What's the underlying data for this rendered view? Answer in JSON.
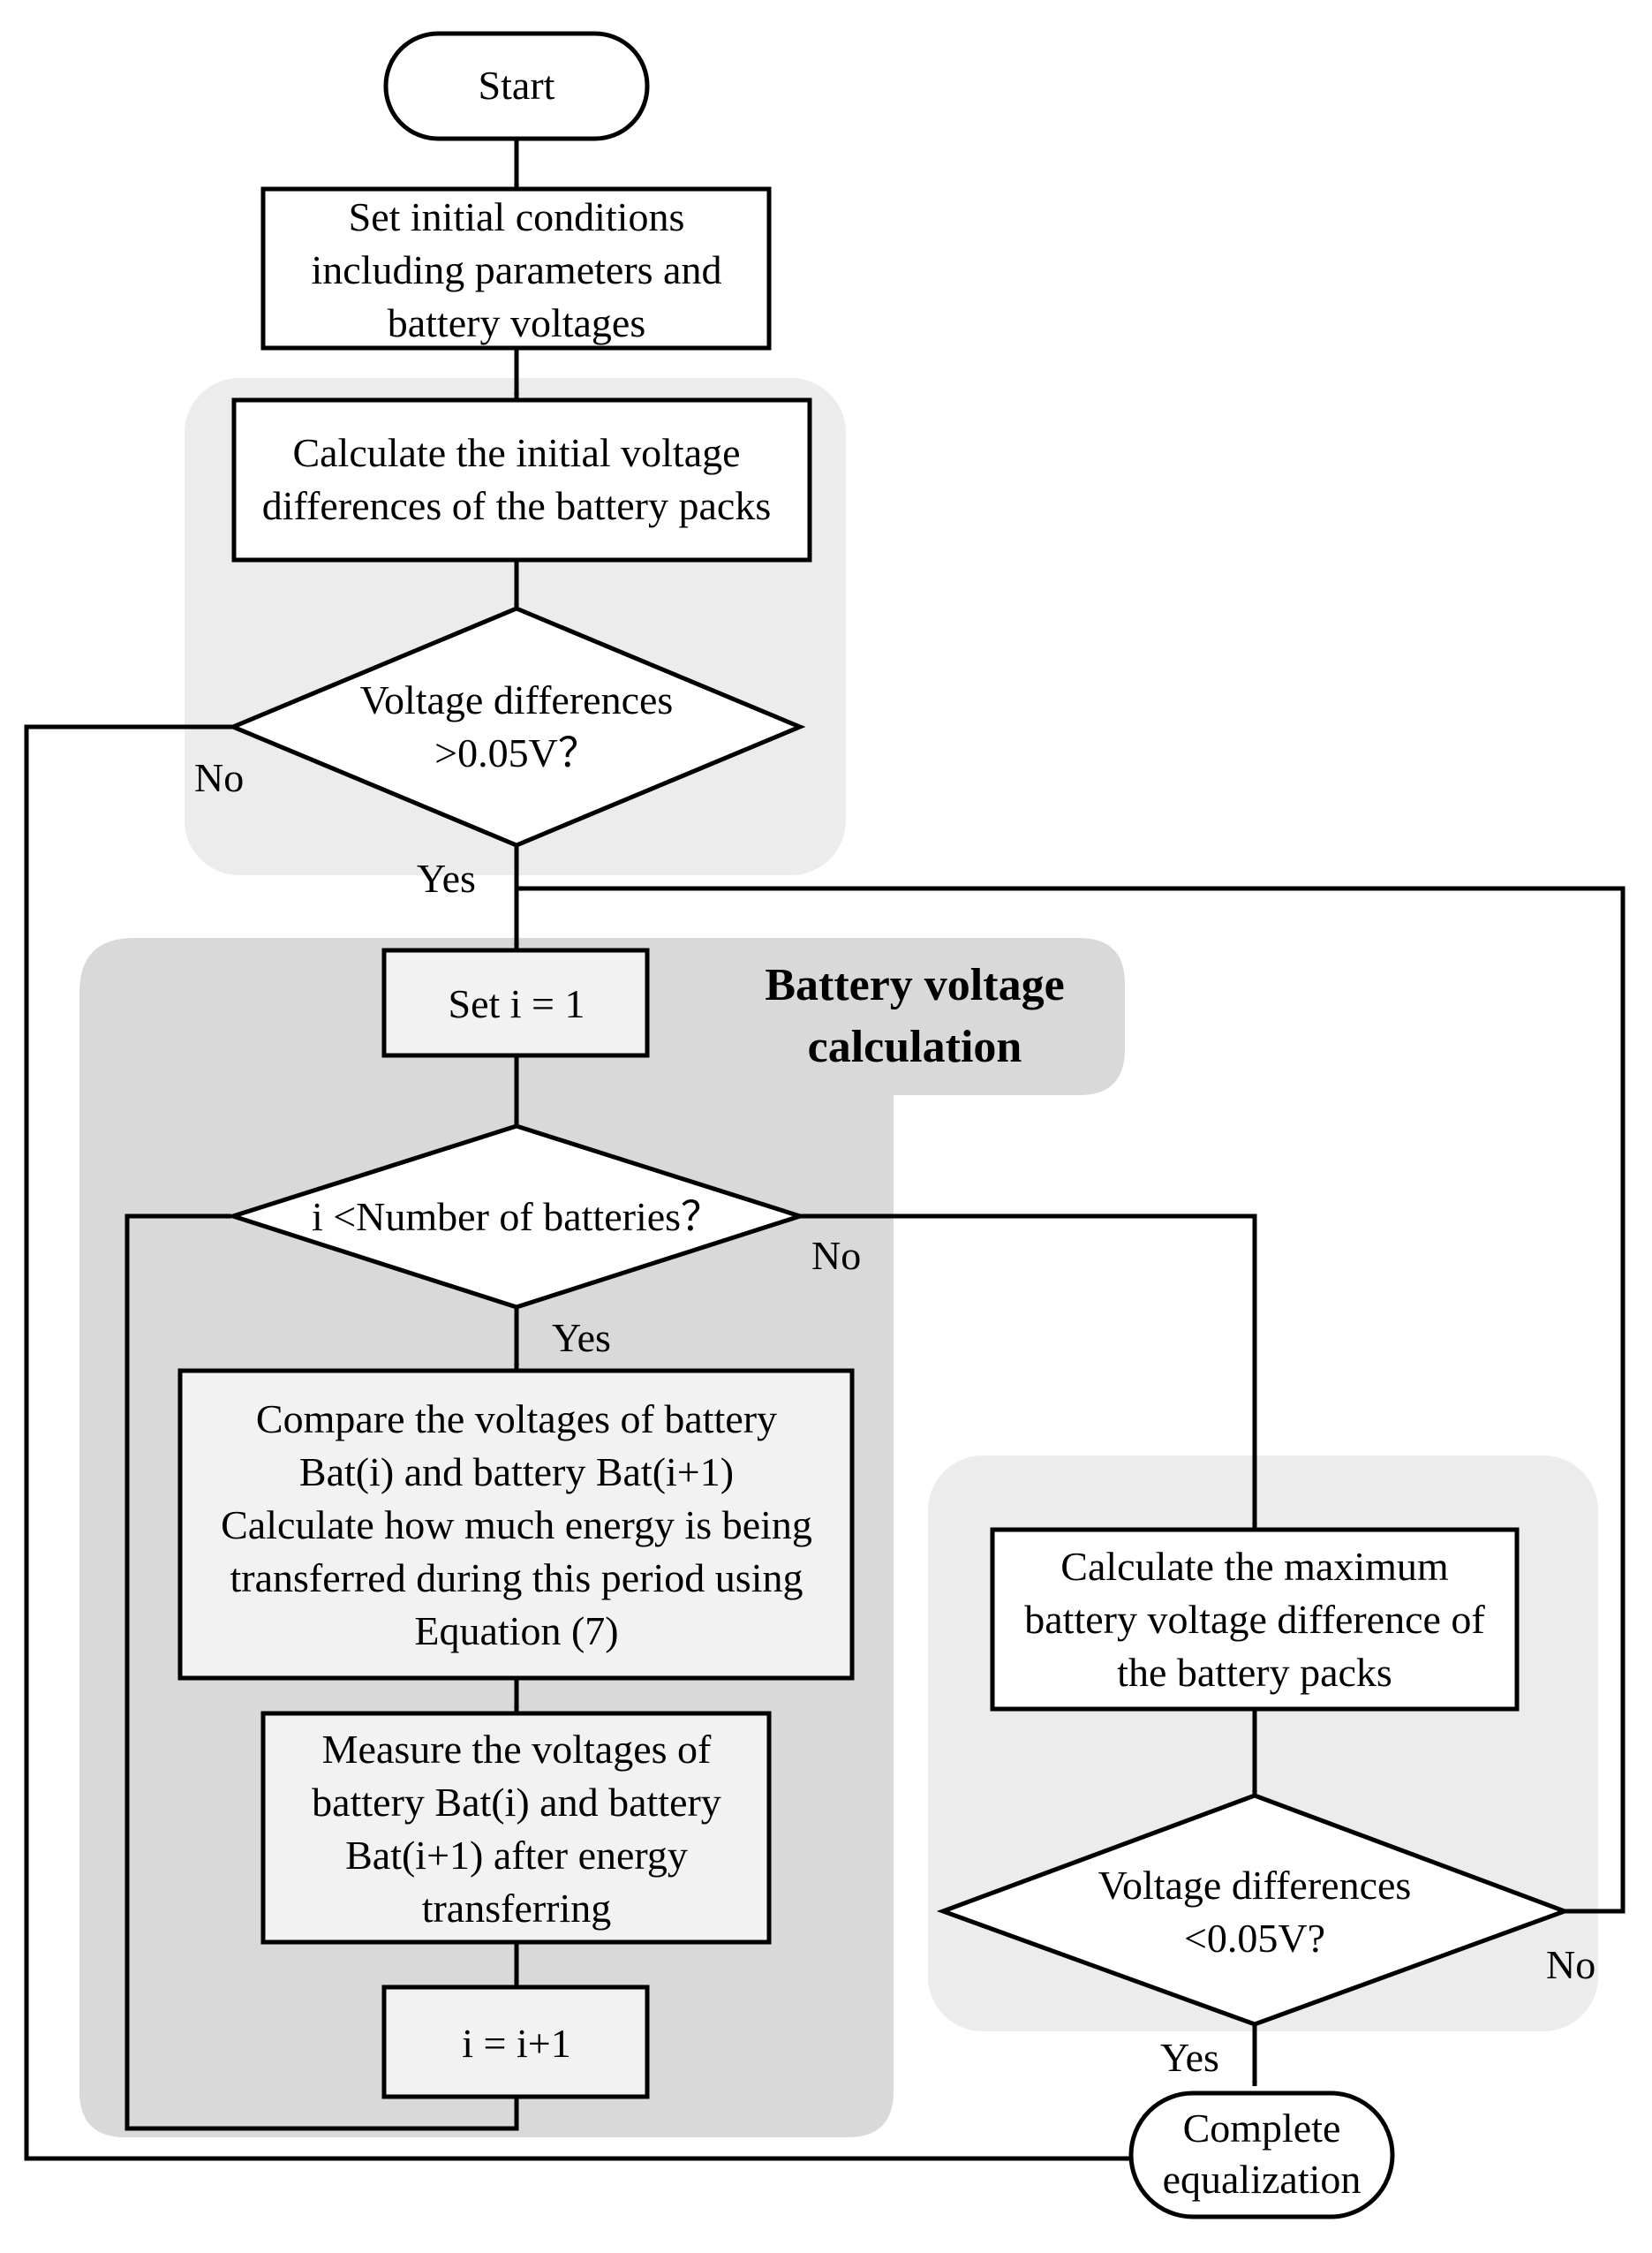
{
  "colors": {
    "group_light": "#ececec",
    "group_dark": "#d9d9d9",
    "box_fill": "#ffffff",
    "box_fill_shaded": "#f2f2f2",
    "stroke": "#000000"
  },
  "nodes": {
    "start": {
      "lines": [
        "Start"
      ]
    },
    "init": {
      "lines": [
        "Set initial conditions",
        "including parameters and",
        "battery voltages"
      ]
    },
    "calc_initial": {
      "lines": [
        "Calculate the initial voltage",
        "differences of the battery packs"
      ]
    },
    "decision_1": {
      "lines": [
        "Voltage differences",
        ">0.05V？"
      ]
    },
    "set_i": {
      "lines": [
        "Set i = 1"
      ]
    },
    "decision_2": {
      "lines": [
        "i <Number of batteries？"
      ]
    },
    "compare": {
      "lines": [
        "Compare the voltages of battery",
        "Bat(i) and battery Bat(i+1)",
        "Calculate how much energy is being",
        "transferred during this period using",
        "Equation (7)"
      ]
    },
    "measure": {
      "lines": [
        "Measure the voltages of",
        "battery Bat(i) and battery",
        "Bat(i+1) after energy",
        "transferring"
      ]
    },
    "increment": {
      "lines": [
        "i = i+1"
      ]
    },
    "calc_max": {
      "lines": [
        "Calculate the maximum",
        "battery voltage difference of",
        "the battery packs"
      ]
    },
    "decision_3": {
      "lines": [
        "Voltage differences",
        "<0.05V?"
      ]
    },
    "complete": {
      "lines": [
        "Complete",
        "equalization"
      ]
    }
  },
  "group_titles": {
    "battery_voltage_calculation": [
      "Battery voltage",
      "calculation"
    ]
  },
  "edge_labels": {
    "d1_no": "No",
    "d1_yes": "Yes",
    "d2_no": "No",
    "d2_yes": "Yes",
    "d3_no": "No",
    "d3_yes": "Yes"
  }
}
